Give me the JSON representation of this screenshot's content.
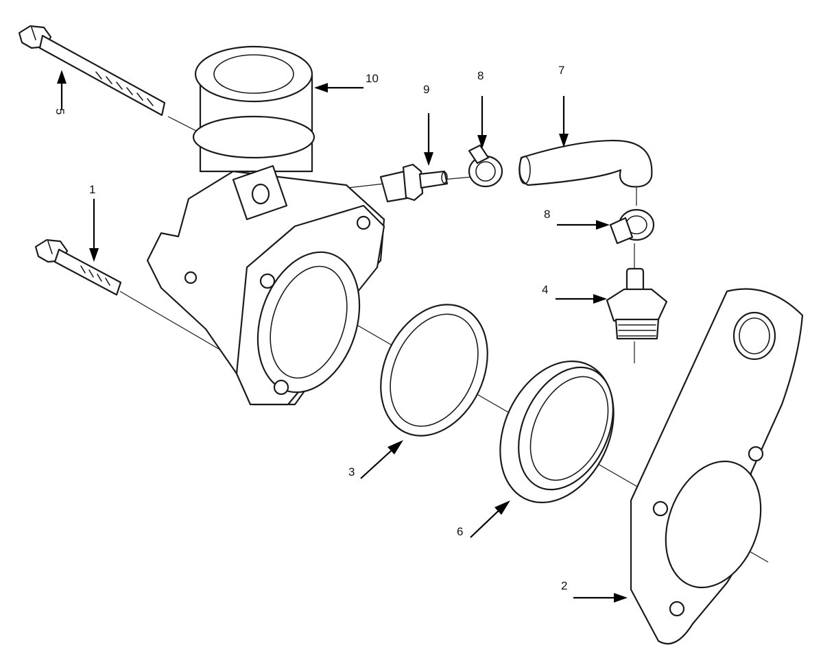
{
  "diagram": {
    "type": "exploded-parts-view",
    "callouts": [
      {
        "id": "c1",
        "label": "1"
      },
      {
        "id": "c2",
        "label": "2"
      },
      {
        "id": "c3",
        "label": "3"
      },
      {
        "id": "c4",
        "label": "4"
      },
      {
        "id": "c5",
        "label": "5"
      },
      {
        "id": "c6",
        "label": "6"
      },
      {
        "id": "c7",
        "label": "7"
      },
      {
        "id": "c8a",
        "label": "8"
      },
      {
        "id": "c8b",
        "label": "8"
      },
      {
        "id": "c9",
        "label": "9"
      },
      {
        "id": "c10",
        "label": "10"
      }
    ]
  },
  "colors": {
    "line": "#1a1a1a",
    "background": "#ffffff"
  }
}
